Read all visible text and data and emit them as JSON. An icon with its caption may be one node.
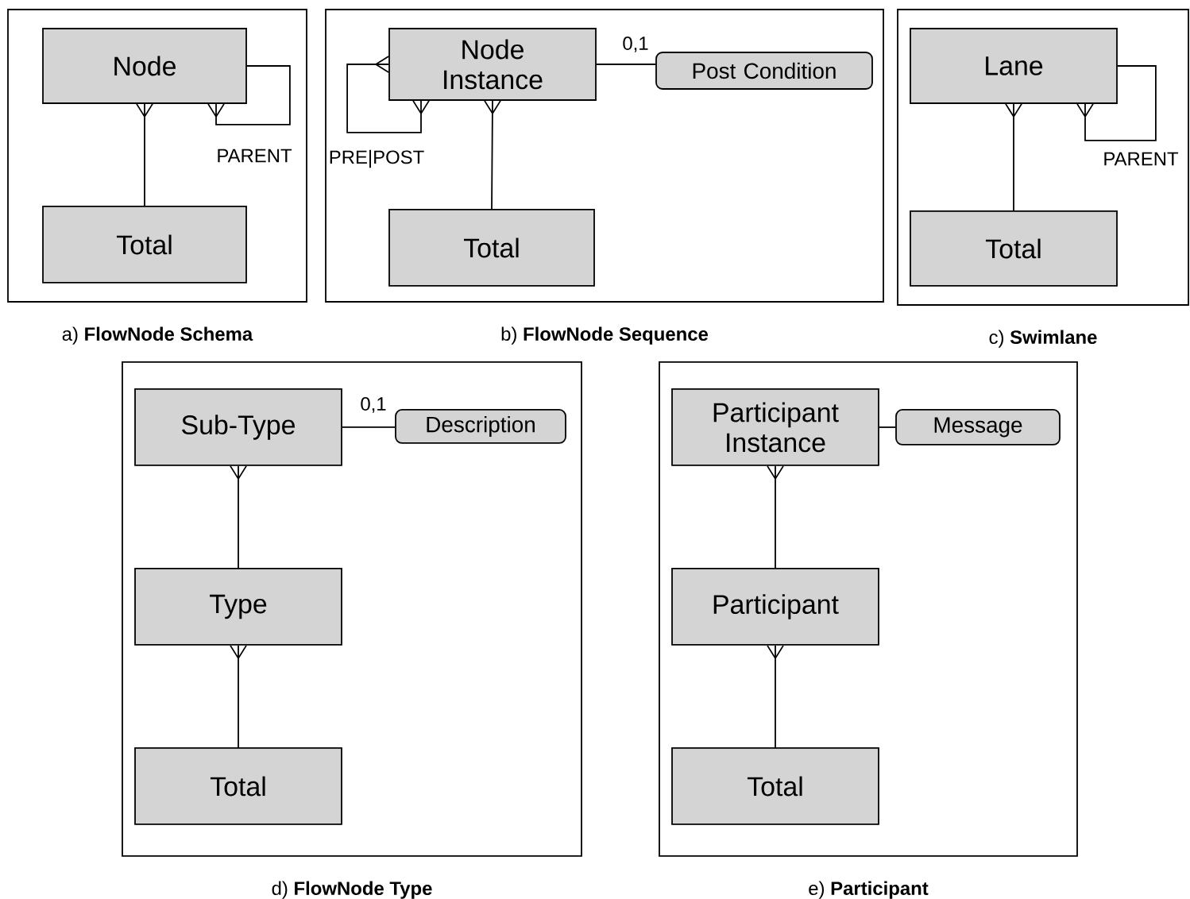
{
  "diagram": {
    "nodes": [
      {
        "text": [
          "a) **FlowNode Schema**"
        ]
      },
      {
        "text": [
          "Node"
        ],
        "in": 0
      },
      {
        "text": [
          "Total"
        ],
        "in": 0
      },
      {
        "text": [
          "b) **FlowNode Sequence**"
        ]
      },
      {
        "text": [
          "Node Instance"
        ],
        "in": 3
      },
      {
        "text": [
          "Post Condition"
        ],
        "in": 3
      },
      {
        "text": [
          "Total"
        ],
        "in": 3
      },
      {
        "text": [
          "c) **Swimlane**"
        ]
      },
      {
        "text": [
          "Lane"
        ],
        "in": 7
      },
      {
        "text": [
          "Total"
        ],
        "in": 7
      },
      {
        "text": [
          "d) **FlowNode Type**"
        ]
      },
      {
        "text": [
          "Sub-Type"
        ],
        "in": 10
      },
      {
        "text": [
          "Description"
        ],
        "in": 10
      },
      {
        "text": [
          "Type"
        ],
        "in": 10
      },
      {
        "text": [
          "Total"
        ],
        "in": 10
      },
      {
        "text": [
          "e) **Participant**"
        ]
      },
      {
        "text": [
          "Participant Instance"
        ],
        "in": 15
      },
      {
        "text": [
          "Message"
        ],
        "in": 15
      },
      {
        "text": [
          "Participant"
        ],
        "in": 15
      },
      {
        "text": [
          "Total"
        ],
        "in": 15
      }
    ],
    "edges": [
      {
        "from": 1,
        "to": 2,
        "arrow": "other"
      },
      {
        "from": 1,
        "to": 1,
        "arrow": "other",
        "label": "PARENT"
      },
      {
        "from": 4,
        "to": 6,
        "arrow": "other"
      },
      {
        "from": 4,
        "to": 4,
        "arrow": "other",
        "label": "PRE|POST"
      },
      {
        "from": 4,
        "to": 5,
        "arrow": "none",
        "label": "0,1"
      },
      {
        "from": 8,
        "to": 9,
        "arrow": "other"
      },
      {
        "from": 8,
        "to": 8,
        "arrow": "other",
        "label": "PARENT"
      },
      {
        "from": 11,
        "to": 12,
        "arrow": "none",
        "label": "0,1"
      },
      {
        "from": 11,
        "to": 13,
        "arrow": "other"
      },
      {
        "from": 13,
        "to": 14,
        "arrow": "other"
      },
      {
        "from": 16,
        "to": 17,
        "arrow": "none"
      },
      {
        "from": 16,
        "to": 18,
        "arrow": "other"
      },
      {
        "from": 18,
        "to": 19,
        "arrow": "other"
      }
    ]
  }
}
